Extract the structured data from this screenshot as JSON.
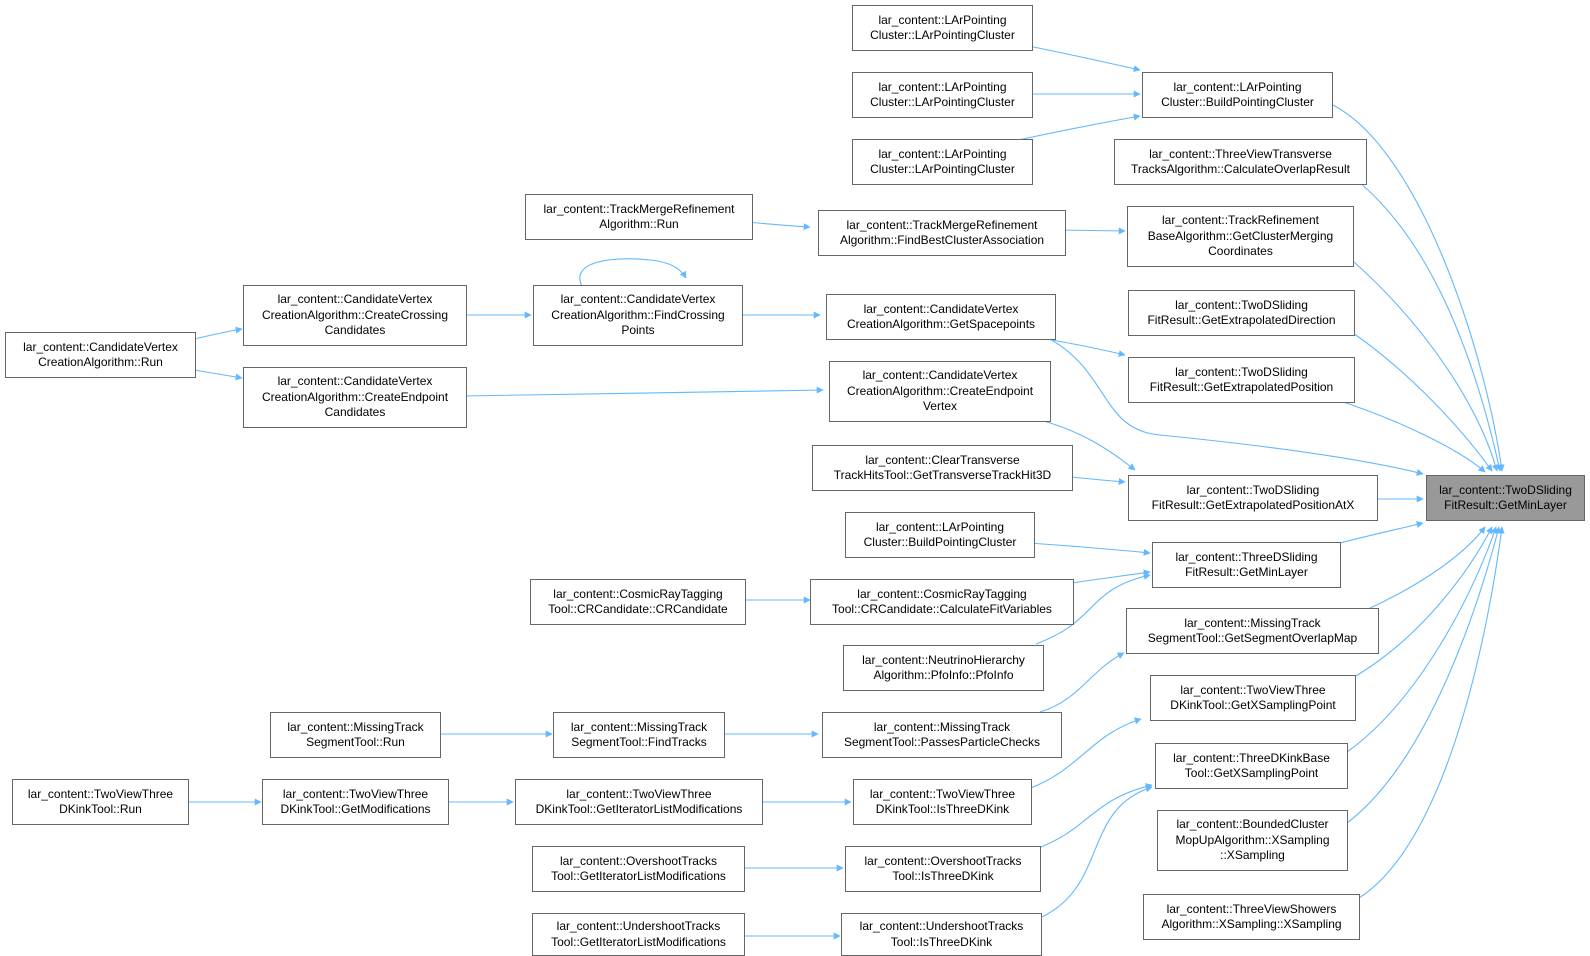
{
  "colors": {
    "edge": "#63b8ff",
    "node_border": "#666666",
    "node_fill": "#ffffff",
    "focus_fill": "#999999",
    "text": "#000000"
  },
  "nodes": {
    "getminlayer_2d": "lar_content::TwoDSliding\nFitResult::GetMinLayer",
    "lpc_ctor_1": "lar_content::LArPointing\nCluster::LArPointingCluster",
    "lpc_ctor_2": "lar_content::LArPointing\nCluster::LArPointingCluster",
    "lpc_ctor_3": "lar_content::LArPointing\nCluster::LArPointingCluster",
    "lpc_build_a": "lar_content::LArPointing\nCluster::BuildPointingCluster",
    "tvt_overlap": "lar_content::ThreeViewTransverse\nTracksAlgorithm::CalculateOverlapResult",
    "tmr_run": "lar_content::TrackMergeRefinement\nAlgorithm::Run",
    "tmr_findbest": "lar_content::TrackMergeRefinement\nAlgorithm::FindBestClusterAssociation",
    "tr_getmerging": "lar_content::TrackRefinement\nBaseAlgorithm::GetClusterMerging\nCoordinates",
    "cvc_run": "lar_content::CandidateVertex\nCreationAlgorithm::Run",
    "cvc_crossing": "lar_content::CandidateVertex\nCreationAlgorithm::CreateCrossing\nCandidates",
    "cvc_findcross": "lar_content::CandidateVertex\nCreationAlgorithm::FindCrossing\nPoints",
    "cvc_spacepoints": "lar_content::CandidateVertex\nCreationAlgorithm::GetSpacepoints",
    "tds_extdir": "lar_content::TwoDSliding\nFitResult::GetExtrapolatedDirection",
    "tds_extpos": "lar_content::TwoDSliding\nFitResult::GetExtrapolatedPosition",
    "cvc_endpointcand": "lar_content::CandidateVertex\nCreationAlgorithm::CreateEndpoint\nCandidates",
    "cvc_endpointvtx": "lar_content::CandidateVertex\nCreationAlgorithm::CreateEndpoint\nVertex",
    "ctt_gettrans": "lar_content::ClearTransverse\nTrackHitsTool::GetTransverseTrackHit3D",
    "tds_extposx": "lar_content::TwoDSliding\nFitResult::GetExtrapolatedPositionAtX",
    "lpc_build_b": "lar_content::LArPointing\nCluster::BuildPointingCluster",
    "three_minlayer": "lar_content::ThreeDSliding\nFitResult::GetMinLayer",
    "crt_crcand": "lar_content::CosmicRayTagging\nTool::CRCandidate::CRCandidate",
    "crt_calcfit": "lar_content::CosmicRayTagging\nTool::CRCandidate::CalculateFitVariables",
    "nha_pfoinfo": "lar_content::NeutrinoHierarchy\nAlgorithm::PfoInfo::PfoInfo",
    "mts_overlap": "lar_content::MissingTrack\nSegmentTool::GetSegmentOverlapMap",
    "mts_run": "lar_content::MissingTrack\nSegmentTool::Run",
    "mts_findtracks": "lar_content::MissingTrack\nSegmentTool::FindTracks",
    "mts_passes": "lar_content::MissingTrack\nSegmentTool::PassesParticleChecks",
    "tvk_getx": "lar_content::TwoViewThree\nDKinkTool::GetXSamplingPoint",
    "tvk_run": "lar_content::TwoViewThree\nDKinkTool::Run",
    "tvk_getmods": "lar_content::TwoViewThree\nDKinkTool::GetModifications",
    "tvk_getiter": "lar_content::TwoViewThree\nDKinkTool::GetIteratorListModifications",
    "tvk_isthree": "lar_content::TwoViewThree\nDKinkTool::IsThreeDKink",
    "tdkb_getx": "lar_content::ThreeDKinkBase\nTool::GetXSamplingPoint",
    "ot_getiter": "lar_content::OvershootTracks\nTool::GetIteratorListModifications",
    "ot_isthree": "lar_content::OvershootTracks\nTool::IsThreeDKink",
    "bc_xsampling": "lar_content::BoundedCluster\nMopUpAlgorithm::XSampling\n::XSampling",
    "ut_getiter": "lar_content::UndershootTracks\nTool::GetIteratorListModifications",
    "ut_isthree": "lar_content::UndershootTracks\nTool::IsThreeDKink",
    "tvs_xsampling": "lar_content::ThreeViewShowers\nAlgorithm::XSampling::XSampling"
  }
}
